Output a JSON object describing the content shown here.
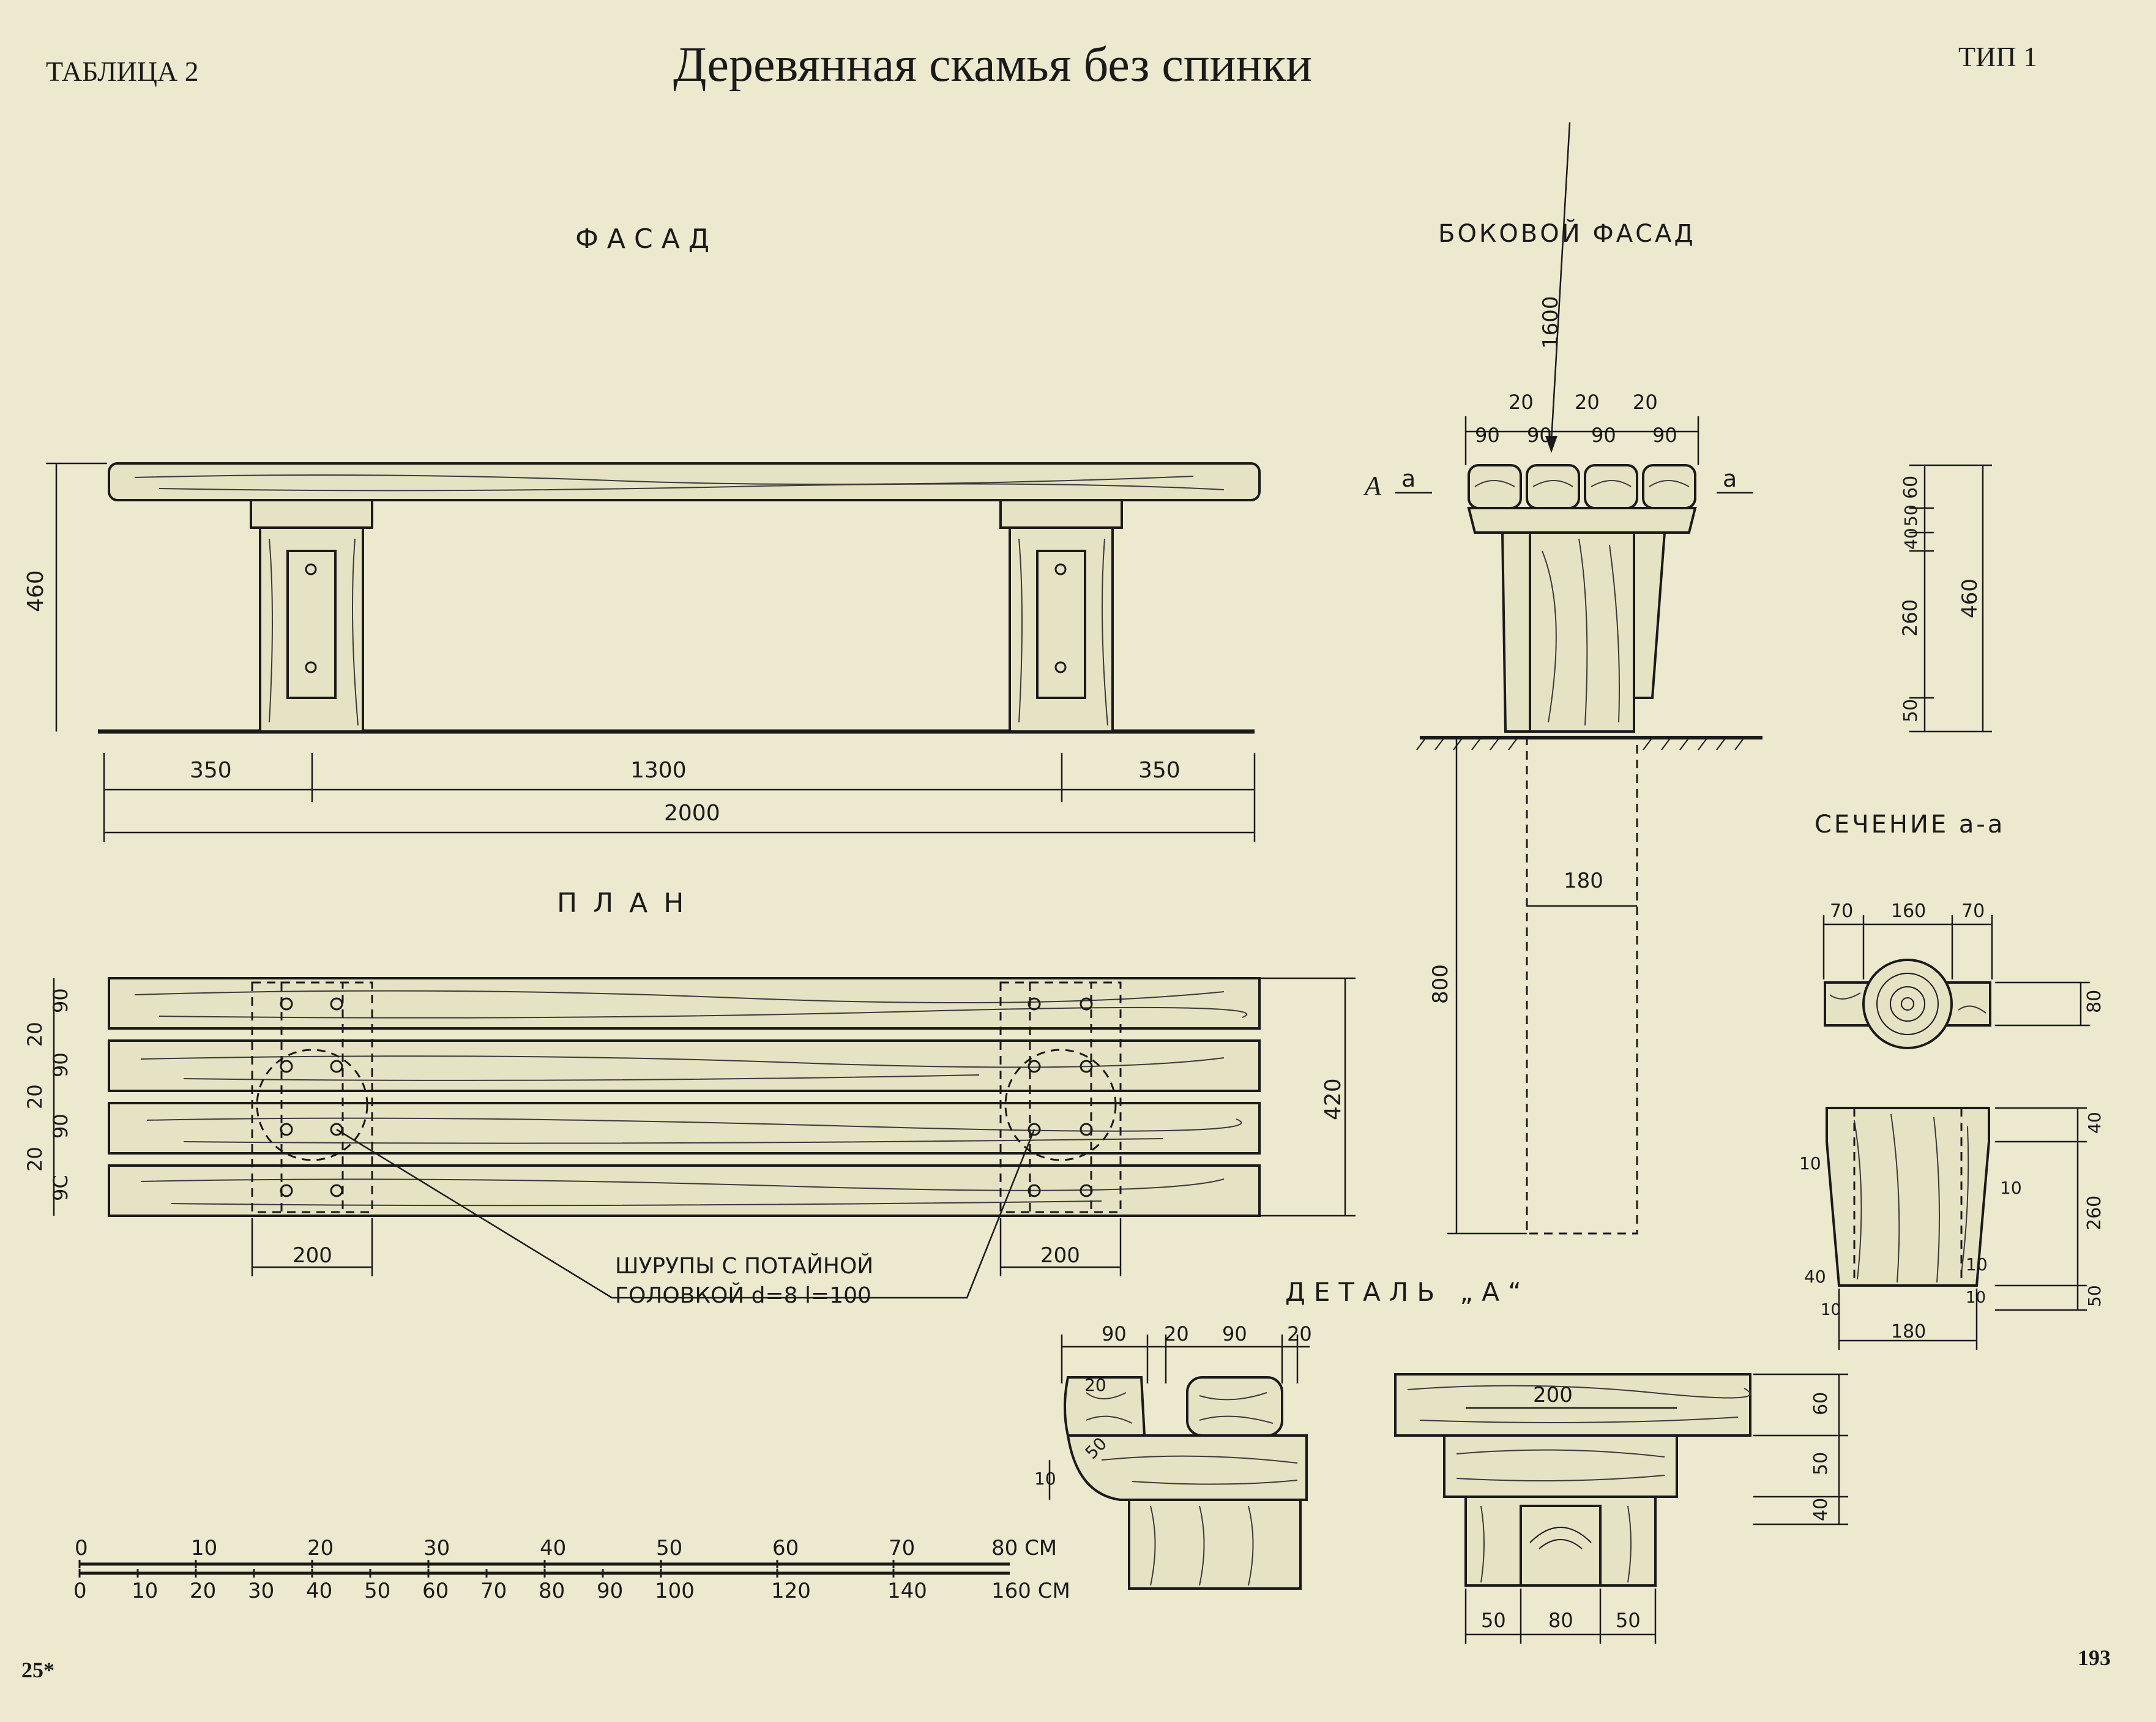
{
  "header": {
    "table_label": "ТАБЛИЦА 2",
    "title": "Деревянная скамья без спинки",
    "type_label": "ТИП 1"
  },
  "views": {
    "facade_title": "ФАСАД",
    "plan_title": "ПЛАН",
    "side_facade_title": "БОКОВОЙ ФАСАД",
    "section_title": "СЕЧЕНИЕ а-а",
    "detail_title": "ДЕТАЛЬ „А“"
  },
  "facade": {
    "height": "460",
    "left_overhang": "350",
    "span": "1300",
    "right_overhang": "350",
    "total_length": "2000"
  },
  "plan": {
    "board_widths": [
      "90",
      "90",
      "90",
      "9С"
    ],
    "gaps": [
      "20",
      "20",
      "20"
    ],
    "total_width": "420",
    "left_post_width": "200",
    "right_post_width": "200",
    "screws_line1": "ШУРУПЫ С ПОТАЙНОЙ",
    "screws_line2": "ГОЛОВКОЙ  d=8  l=100"
  },
  "side_facade": {
    "leader_dim": "1600",
    "board_dims": [
      "90",
      "90",
      "90",
      "90"
    ],
    "gap_dims": [
      "20",
      "20",
      "20"
    ],
    "mark_A": "А",
    "cut_left": "а",
    "cut_right": "а",
    "right_dims": [
      "60",
      "50",
      "40",
      "260",
      "50"
    ],
    "total_height": "460",
    "post_depth": "800",
    "post_width": "180"
  },
  "section": {
    "top_dims": [
      "70",
      "160",
      "70"
    ],
    "beam_height": "80",
    "post_dims": [
      "40",
      "260",
      "50"
    ],
    "small_dims": [
      "10",
      "10",
      "40",
      "10",
      "10",
      "10"
    ],
    "bottom_width": "180"
  },
  "detail": {
    "top_dims": [
      "90",
      "20",
      "90",
      "20"
    ],
    "radius1": "20",
    "radius2": "50",
    "left_dim": "10",
    "middle_width": "200",
    "right_dims": [
      "60",
      "50",
      "40"
    ],
    "bottom_dims": [
      "50",
      "80",
      "50"
    ]
  },
  "scale": {
    "upper_ticks": [
      "0",
      "10",
      "20",
      "30",
      "40",
      "50",
      "60",
      "70"
    ],
    "upper_unit": "80 СМ",
    "lower_ticks": [
      "0",
      "10",
      "20",
      "30",
      "40",
      "50",
      "60",
      "70",
      "80",
      "90",
      "100",
      "120",
      "140"
    ],
    "lower_unit": "160 СМ"
  },
  "footer": {
    "left_mark": "25*",
    "page_number": "193"
  }
}
